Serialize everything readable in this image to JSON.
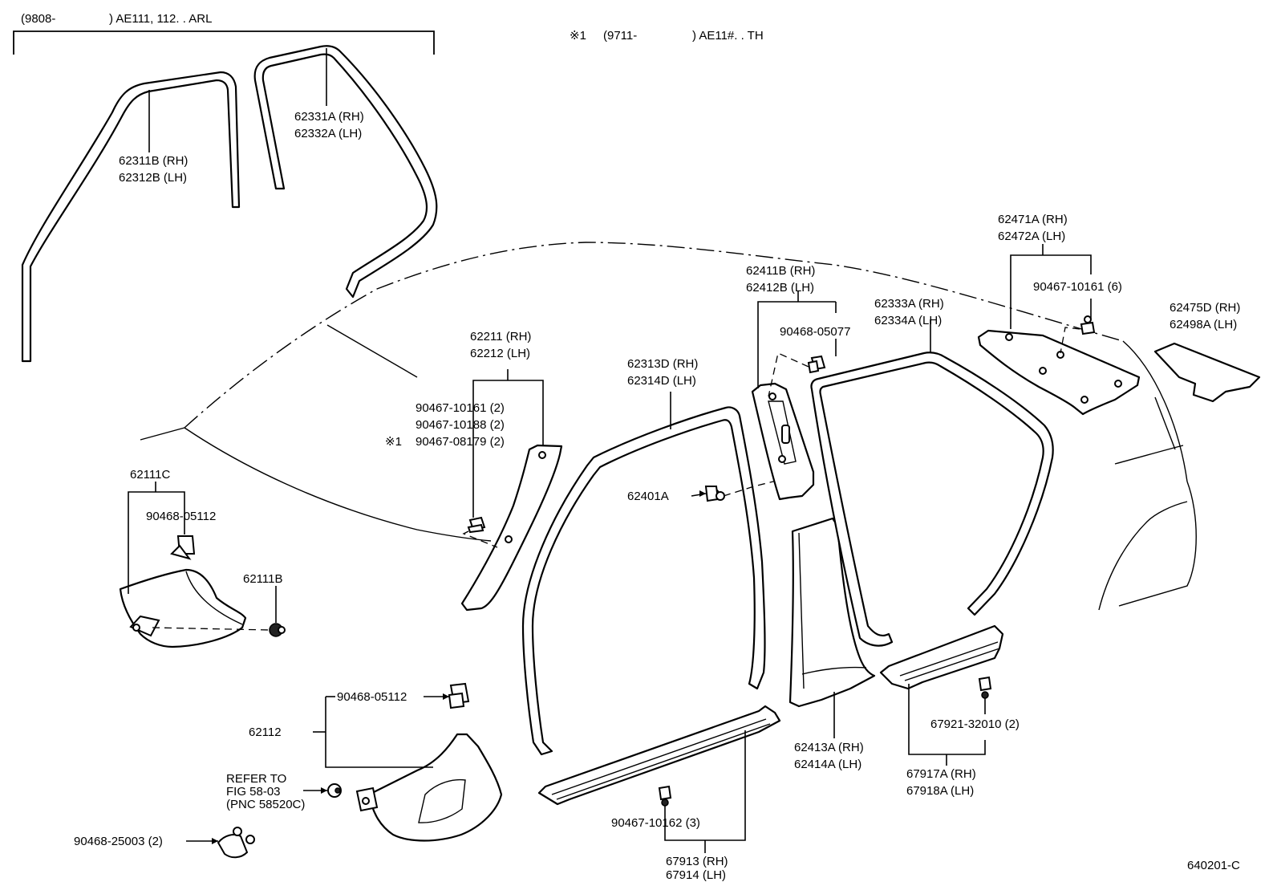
{
  "variants": {
    "arl": {
      "code": "(9808-",
      "model": ") AE111, 112. . ARL"
    },
    "th": {
      "marker": "※1",
      "code": "(9711-",
      "model": ") AE11#. . TH"
    }
  },
  "drawing_number": "640201-C",
  "parts": {
    "p62311": {
      "rh": "62311B (RH)",
      "lh": "62312B (LH)"
    },
    "p62331": {
      "rh": "62331A (RH)",
      "lh": "62332A (LH)"
    },
    "p62411": {
      "rh": "62411B (RH)",
      "lh": "62412B (LH)"
    },
    "p62471": {
      "rh": "62471A (RH)",
      "lh": "62472A (LH)"
    },
    "c90467_10161_6": "90467-10161 (6)",
    "p62475": {
      "rh": "62475D (RH)",
      "lh": "62498A (LH)"
    },
    "p62333": {
      "rh": "62333A (RH)",
      "lh": "62334A (LH)"
    },
    "c90468_05077": "90468-05077",
    "p62211": {
      "rh": "62211 (RH)",
      "lh": "62212 (LH)"
    },
    "p62313": {
      "rh": "62313D (RH)",
      "lh": "62314D (LH)"
    },
    "c90467_10161_2": "90467-10161 (2)",
    "c90467_10188_2": "90467-10188 (2)",
    "c90467_08179_marker": "※1",
    "c90467_08179_2": "90467-08179 (2)",
    "p62401": "62401A",
    "p62111c": "62111C",
    "c90468_05112_a": "90468-05112",
    "p62111b": "62111B",
    "c90468_05112_b": "90468-05112",
    "p62112": "62112",
    "refer": {
      "line1": "REFER TO",
      "line2": "FIG 58-03",
      "line3": "(PNC 58520C)"
    },
    "c90468_25003": "90468-25003 (2)",
    "c90467_10162_3": "90467-10162 (3)",
    "p67913": {
      "rh": "67913 (RH)",
      "lh": "67914 (LH)"
    },
    "p62413": {
      "rh": "62413A (RH)",
      "lh": "62414A (LH)"
    },
    "c67921_32010": "67921-32010 (2)",
    "p67917": {
      "rh": "67917A (RH)",
      "lh": "67918A (LH)"
    }
  }
}
